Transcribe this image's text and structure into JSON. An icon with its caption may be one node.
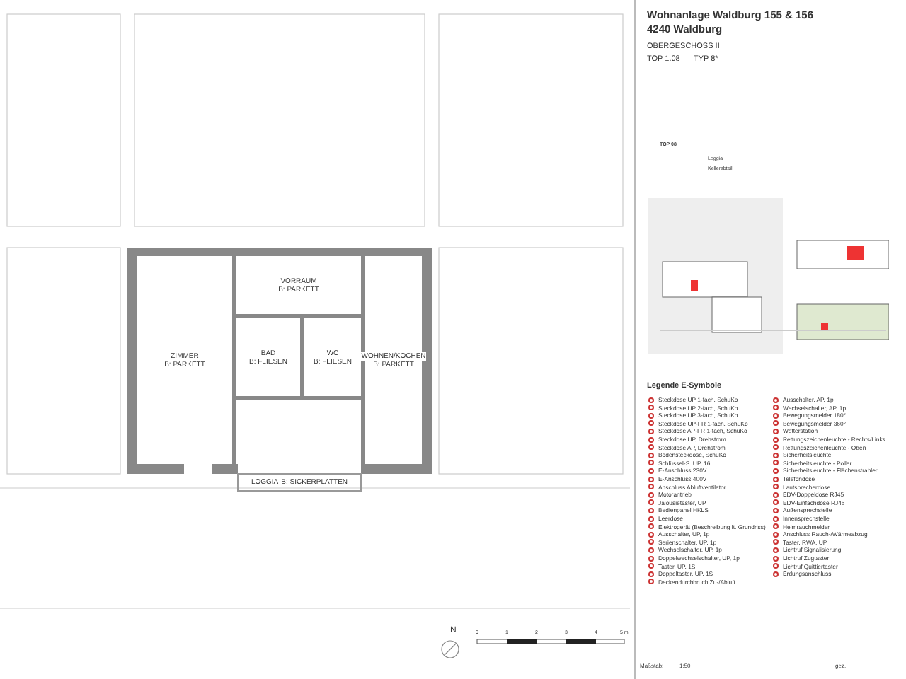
{
  "diagram": {
    "title": "Wohnanlage Waldburg 155 & 156",
    "nodes": [
      {
        "text": [
          "ZIMMER",
          "B: PARKETT"
        ]
      },
      {
        "text": [
          "VORRAUM",
          "B: PARKETT"
        ]
      },
      {
        "text": [
          "BAD",
          "B: FLIESEN"
        ]
      },
      {
        "text": [
          "WC",
          "B: FLIESEN"
        ]
      },
      {
        "text": [
          "WOHNEN/KOCHEN",
          "B: PARKETT"
        ]
      },
      {
        "text": [
          "LOGGIA",
          "B: SICKERPLATTEN"
        ]
      }
    ],
    "labels": [
      "4240 Waldburg",
      "OBERGESCHOSS II",
      "TOP 1.08",
      "TYP 8*",
      "TOP 08",
      "Loggia",
      "Kellerabteil",
      "Legende E-Symbole",
      "N",
      "0",
      "1",
      "2",
      "3",
      "4",
      "5 m",
      "Maßstab:",
      "1:50",
      "gez."
    ],
    "legend": [
      {
        "text": "Steckdose UP 1-fach, SchuKo"
      },
      {
        "text": "Steckdose UP 2-fach, SchuKo"
      },
      {
        "text": "Steckdose UP 3-fach, SchuKo"
      },
      {
        "text": "Steckdose UP-FR 1-fach, SchuKo"
      },
      {
        "text": "Steckdose AP-FR 1-fach, SchuKo"
      },
      {
        "text": "Steckdose UP, Drehstrom"
      },
      {
        "text": "Steckdose AP, Drehstrom"
      },
      {
        "text": "Bodensteckdose, SchuKo"
      },
      {
        "text": "Schlüssel-S. UP, 16"
      },
      {
        "text": "E-Anschluss 230V"
      },
      {
        "text": "E-Anschluss 400V"
      },
      {
        "text": "Anschluss Abluftventilator"
      },
      {
        "text": "Motorantrieb"
      },
      {
        "text": "Jalousietaster, UP"
      },
      {
        "text": "Bedienpanel HKLS"
      },
      {
        "text": "Leerdose"
      },
      {
        "text": "Elektrogerät (Beschreibung lt. Grundriss)"
      },
      {
        "text": "Ausschalter, UP, 1p"
      },
      {
        "text": "Serienschalter, UP, 1p"
      },
      {
        "text": "Wechselschalter, UP, 1p"
      },
      {
        "text": "Doppelwechselschalter, UP, 1p"
      },
      {
        "text": "Taster, UP, 1S"
      },
      {
        "text": "Doppeltaster, UP, 1S"
      },
      {
        "text": "Deckendurchbruch Zu-/Abluft"
      },
      {
        "text": "Ausschalter, AP, 1p"
      },
      {
        "text": "Wechselschalter, AP, 1p"
      },
      {
        "text": "Bewegungsmelder 180°"
      },
      {
        "text": "Bewegungsmelder 360°"
      },
      {
        "text": "Wetterstation"
      },
      {
        "text": "Rettungszeichenleuchte - Rechts/Links"
      },
      {
        "text": "Rettungszeichenleuchte - Oben"
      },
      {
        "text": "Sicherheitsleuchte"
      },
      {
        "text": "Sicherheitsleuchte - Poller"
      },
      {
        "text": "Sicherheitsleuchte - Flächenstrahler"
      },
      {
        "text": "Telefondose"
      },
      {
        "text": "Lautsprecherdose"
      },
      {
        "text": "EDV-Doppeldose RJ45"
      },
      {
        "text": "EDV-Einfachdose RJ45"
      },
      {
        "text": "Außensprechstelle"
      },
      {
        "text": "Innensprechstelle"
      },
      {
        "text": "Heimrauchmelder"
      },
      {
        "text": "Anschluss Rauch-/Wärmeabzug"
      },
      {
        "text": "Taster, RWA, UP"
      },
      {
        "text": "Lichtruf Signalisierung"
      },
      {
        "text": "Lichtruf Zugtaster"
      },
      {
        "text": "Lichtruf Quittiertaster"
      },
      {
        "text": "Erdungsanschluss"
      }
    ]
  }
}
